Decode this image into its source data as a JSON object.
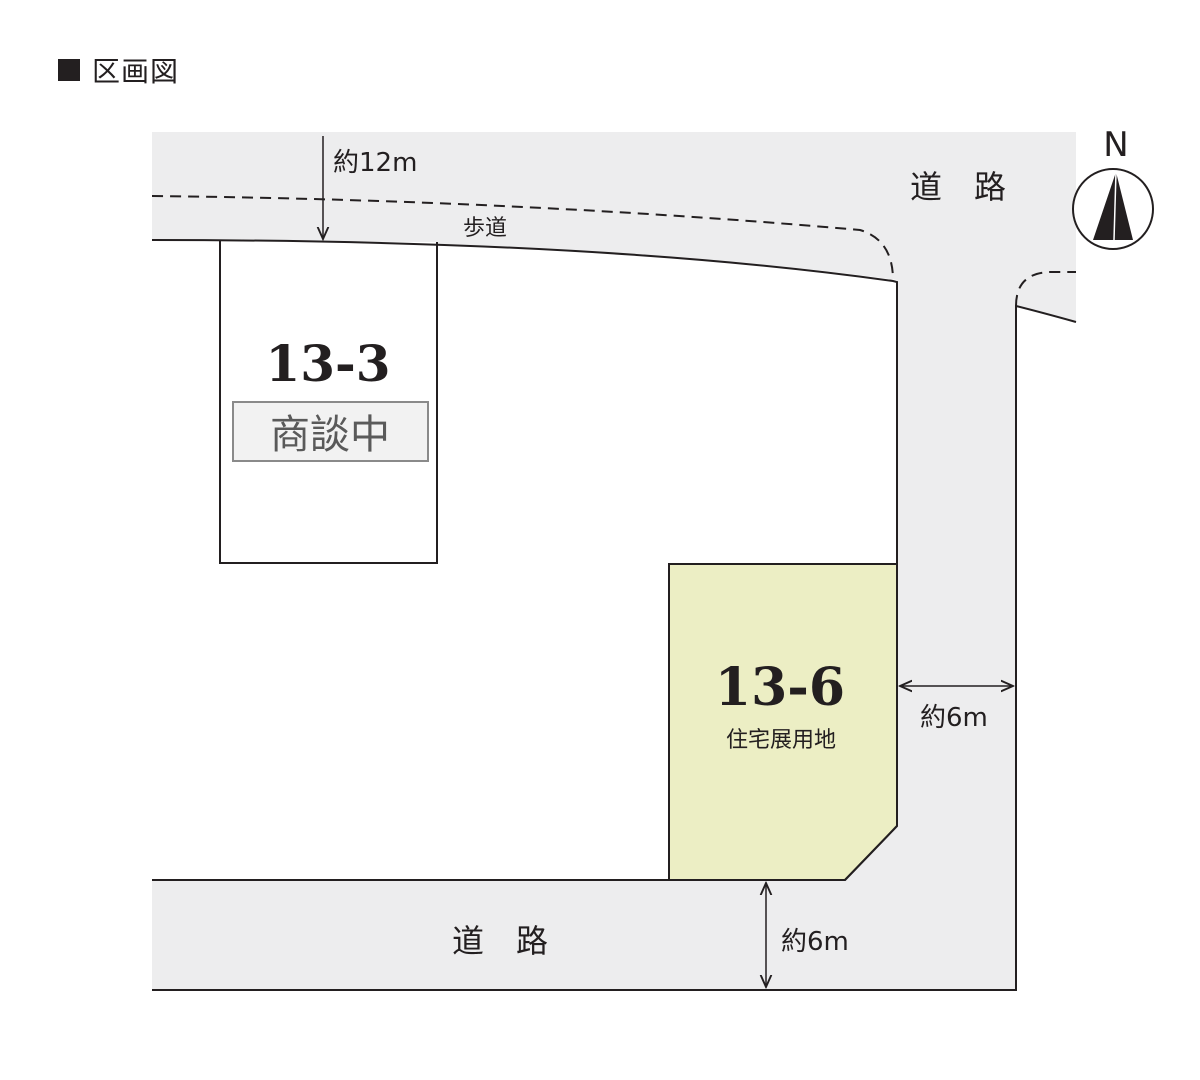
{
  "title": "区画図",
  "road_label": "道　路",
  "sidewalk_label": "歩道",
  "north_label": "N",
  "dimensions": {
    "top_road_width": "約12m",
    "right_road_width": "約6m",
    "bottom_road_width": "約6m"
  },
  "lots": [
    {
      "number": "13-3",
      "status": "商談中"
    },
    {
      "number": "13-6",
      "note": "住宅展用地"
    }
  ],
  "colors": {
    "road": "#ededee",
    "lot_highlight": "#eceec4",
    "line": "#231f20",
    "status_box": "#f2f2f2",
    "status_border": "#8a8a8a",
    "status_text": "#5a5a5a"
  }
}
